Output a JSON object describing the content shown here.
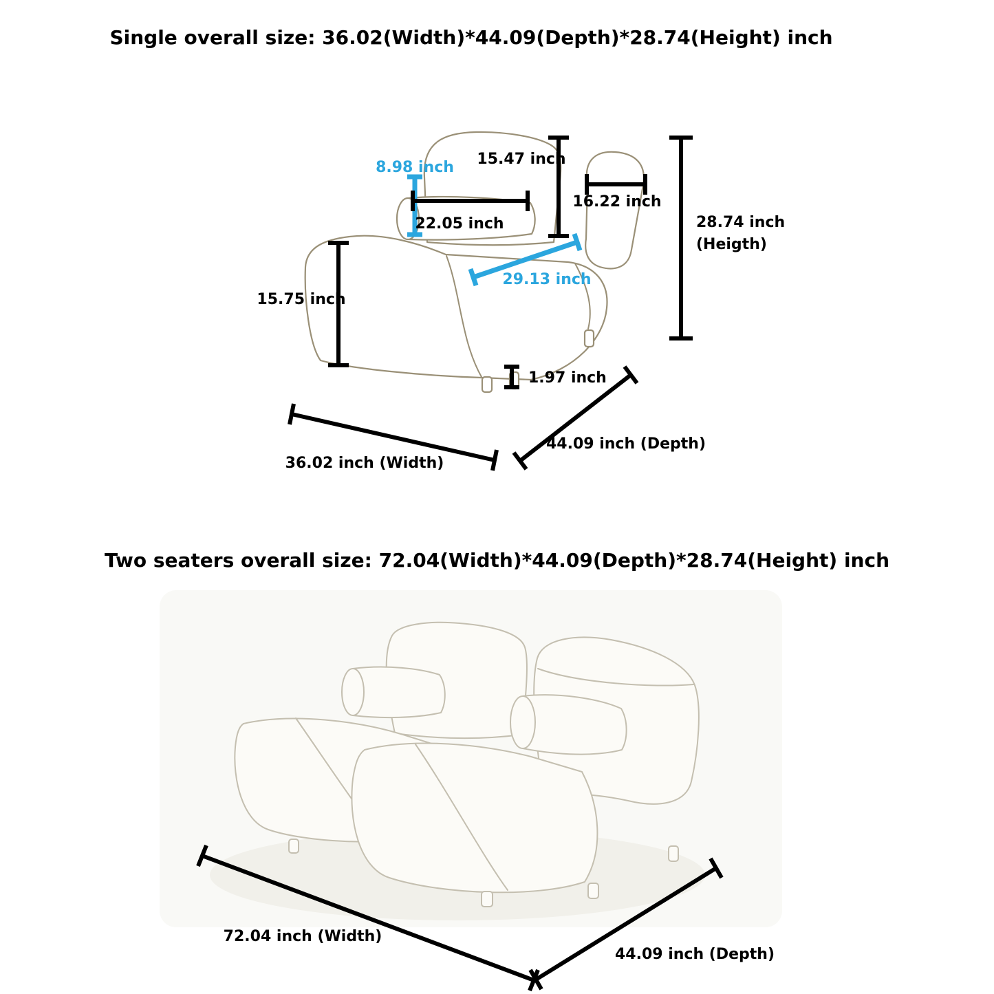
{
  "colors": {
    "background": "#ffffff",
    "text": "#000000",
    "accent_blue": "#2ba6de",
    "dim_line": "#000000",
    "sketch_single": "#9a9077",
    "sketch_double": "#c4bfb0"
  },
  "single": {
    "title": "Single overall size: 36.02(Width)*44.09(Depth)*28.74(Height) inch",
    "labels": {
      "back_height": "15.47 inch",
      "bolster_diameter": "8.98 inch",
      "headrest_width": "16.22 inch",
      "bolster_length": "22.05 inch",
      "overall_height_value": "28.74 inch",
      "overall_height_caption": "(Heigth)",
      "seat_depth_diagonal": "29.13 inch",
      "seat_height": "15.75 inch",
      "leg_height": "1.97 inch",
      "depth": "44.09 inch (Depth)",
      "width": "36.02 inch (Width)"
    }
  },
  "two_seater": {
    "title": "Two seaters overall size: 72.04(Width)*44.09(Depth)*28.74(Height) inch",
    "labels": {
      "width": "72.04 inch (Width)",
      "depth": "44.09 inch (Depth)"
    }
  }
}
